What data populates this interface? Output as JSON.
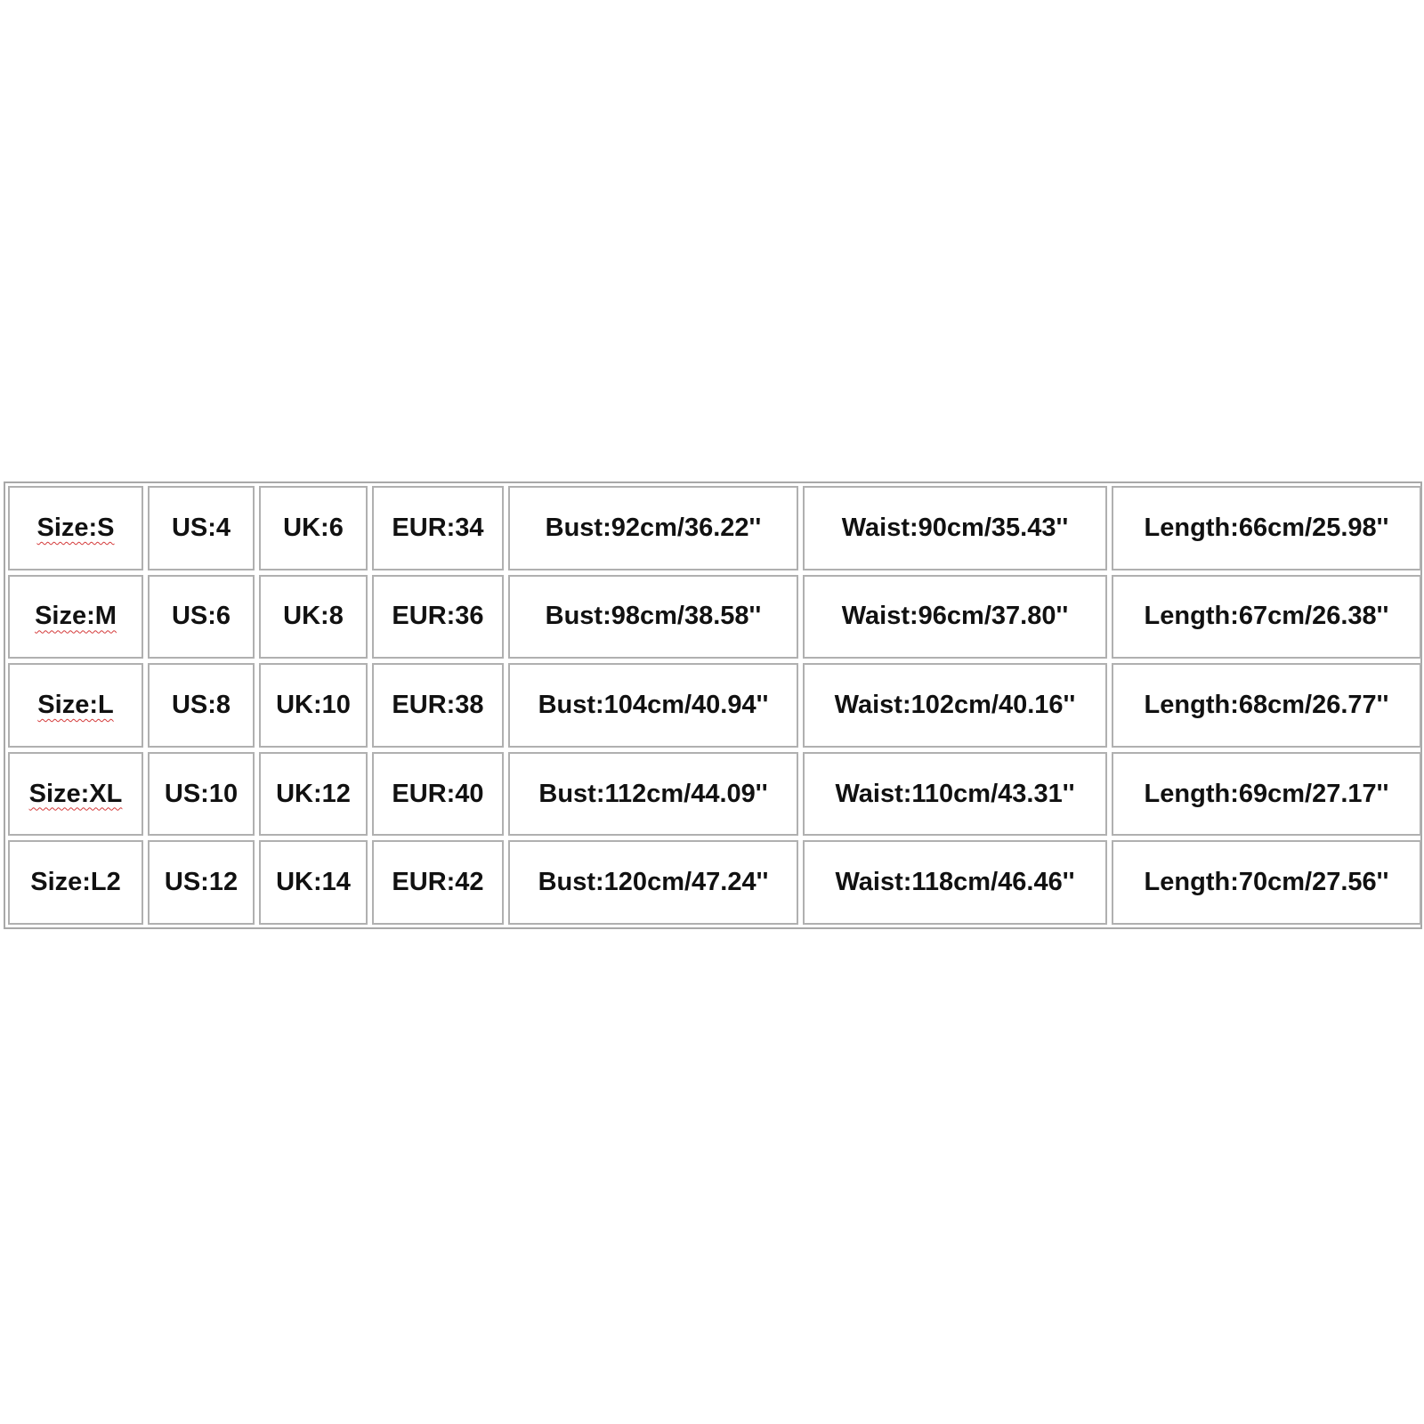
{
  "size_chart": {
    "rows": [
      {
        "size": "Size:S",
        "us": "US:4",
        "uk": "UK:6",
        "eur": "EUR:34",
        "bust": "Bust:92cm/36.22''",
        "waist": "Waist:90cm/35.43''",
        "length": "Length:66cm/25.98''"
      },
      {
        "size": "Size:M",
        "us": "US:6",
        "uk": "UK:8",
        "eur": "EUR:36",
        "bust": "Bust:98cm/38.58''",
        "waist": "Waist:96cm/37.80''",
        "length": "Length:67cm/26.38''"
      },
      {
        "size": "Size:L",
        "us": "US:8",
        "uk": "UK:10",
        "eur": "EUR:38",
        "bust": "Bust:104cm/40.94''",
        "waist": "Waist:102cm/40.16''",
        "length": "Length:68cm/26.77''"
      },
      {
        "size": "Size:XL",
        "us": "US:10",
        "uk": "UK:12",
        "eur": "EUR:40",
        "bust": "Bust:112cm/44.09''",
        "waist": "Waist:110cm/43.31''",
        "length": "Length:69cm/27.17''"
      },
      {
        "size": "Size:L2",
        "us": "US:12",
        "uk": "UK:14",
        "eur": "EUR:42",
        "bust": "Bust:120cm/47.24''",
        "waist": "Waist:118cm/46.46''",
        "length": "Length:70cm/27.56''"
      }
    ]
  }
}
